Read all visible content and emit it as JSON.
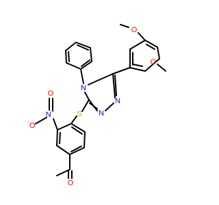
{
  "atoms": [
    {
      "symbol": "O",
      "charge": "",
      "color": "#ff0000"
    },
    {
      "symbol": "O",
      "charge": "",
      "color": "#ff0000"
    },
    {
      "symbol": "N",
      "charge": "",
      "color": "#0000ff"
    },
    {
      "symbol": "N",
      "charge": "",
      "color": "#0000ff"
    },
    {
      "symbol": "N",
      "charge": "",
      "color": "#0000ff"
    },
    {
      "symbol": "S",
      "charge": "",
      "color": "#b2b200"
    },
    {
      "symbol": "N",
      "charge": "+",
      "color": "#0000ff"
    },
    {
      "symbol": "O",
      "charge": "-",
      "color": "#ff0000"
    },
    {
      "symbol": "O",
      "charge": "",
      "color": "#ff0000"
    },
    {
      "symbol": "O",
      "charge": "",
      "color": "#ff0000"
    }
  ]
}
